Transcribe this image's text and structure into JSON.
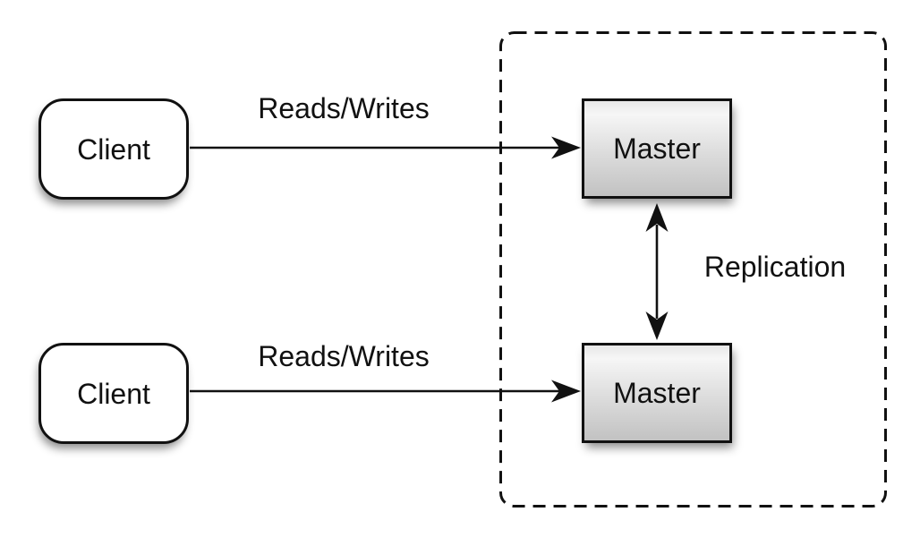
{
  "nodes": {
    "client_top": {
      "label": "Client"
    },
    "client_bottom": {
      "label": "Client"
    },
    "master_top": {
      "label": "Master"
    },
    "master_bottom": {
      "label": "Master"
    }
  },
  "edges": {
    "reads_writes_top": {
      "label": "Reads/Writes"
    },
    "reads_writes_bottom": {
      "label": "Reads/Writes"
    },
    "replication": {
      "label": "Replication"
    }
  },
  "colors": {
    "background": "#ffffff",
    "stroke": "#111111",
    "client_fill": "#ffffff",
    "master_fill_light": "#f6f6f6",
    "master_fill_dark": "#c2c2c2"
  }
}
